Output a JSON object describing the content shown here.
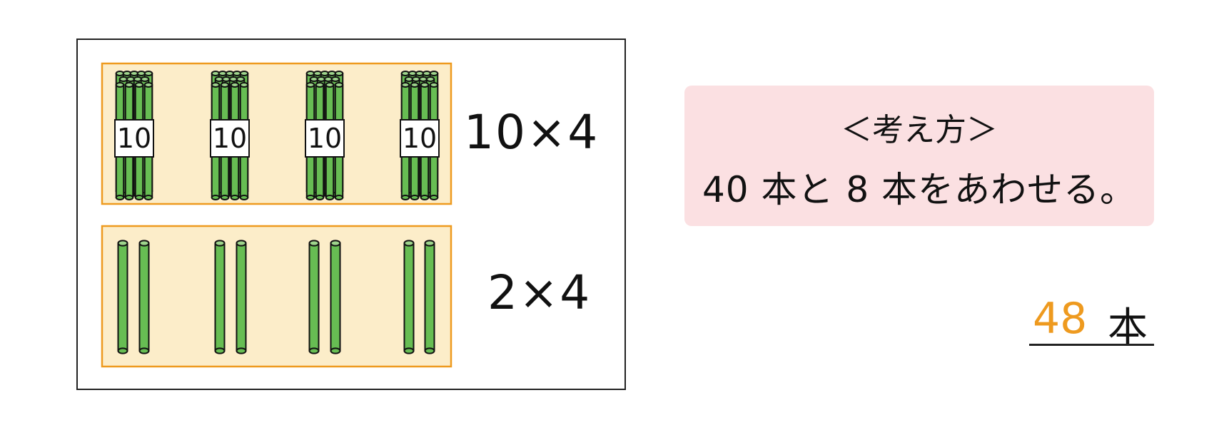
{
  "bundle_label": "10",
  "bundles": 4,
  "pairs": 4,
  "expr_bundles": "10×4",
  "expr_pairs": "2×4",
  "hint": {
    "title": "＜考え方＞",
    "text": "40 本と 8 本をあわせる。"
  },
  "answer": {
    "value": "48",
    "unit": "本"
  },
  "colors": {
    "stick": "#67bd53",
    "stick_top": "#9ed48c",
    "panel_fill": "#fcedc9",
    "panel_border": "#ee9a1f",
    "hint_bg": "#fbe0e2",
    "answer_accent": "#ee9a1f"
  }
}
